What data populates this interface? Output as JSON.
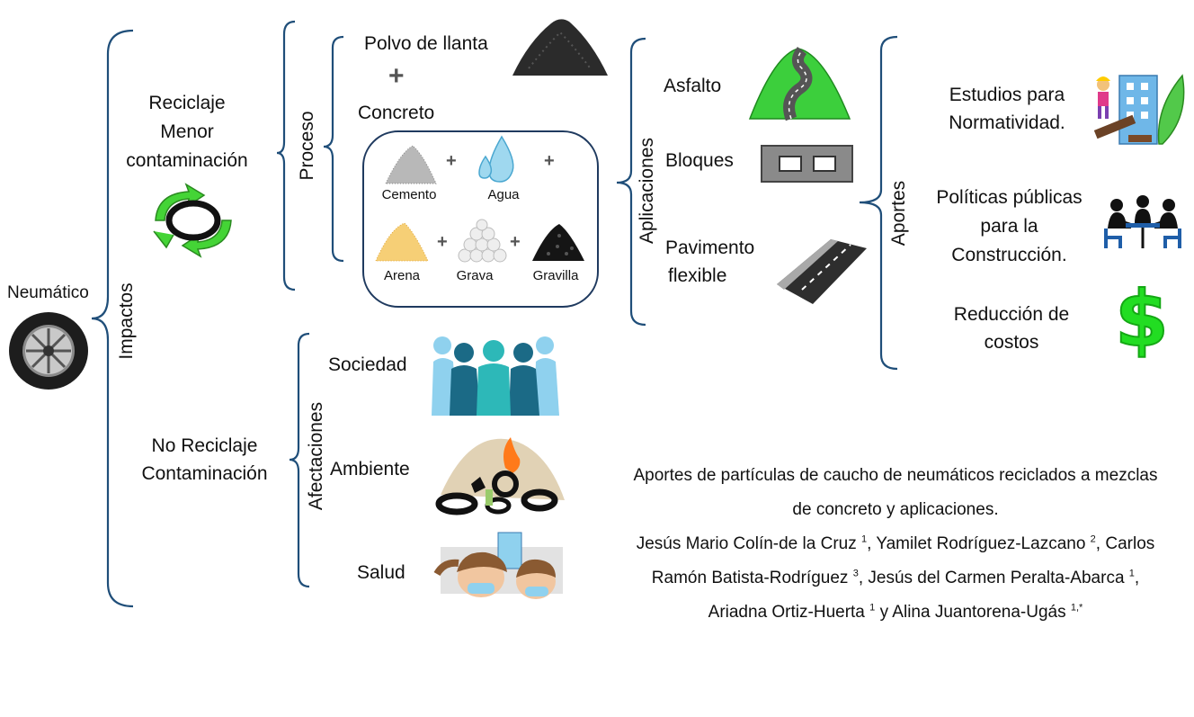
{
  "root": {
    "label": "Neumático"
  },
  "impactos": {
    "label": "Impactos"
  },
  "reciclaje": {
    "line1": "Reciclaje",
    "line2": "Menor",
    "line3": "contaminación"
  },
  "no_reciclaje": {
    "line1": "No Reciclaje",
    "line2": "Contaminación"
  },
  "proceso": {
    "label": "Proceso",
    "polvo": "Polvo de llanta",
    "concreto": "Concreto",
    "ingredients": [
      "Cemento",
      "Agua",
      "Arena",
      "Grava",
      "Gravilla"
    ],
    "plus_sign": "+"
  },
  "aplicaciones": {
    "label": "Aplicaciones",
    "items": [
      "Asfalto",
      "Bloques",
      "Pavimento",
      "flexible"
    ]
  },
  "aportes": {
    "label": "Aportes",
    "items": [
      {
        "line1": "Estudios para",
        "line2": "Normatividad."
      },
      {
        "line1": "Políticas públicas",
        "line2": "para la",
        "line3": "Construcción."
      },
      {
        "line1": "Reducción de",
        "line2": "costos"
      }
    ],
    "dollar_sign": "$"
  },
  "afectaciones": {
    "label": "Afectaciones",
    "items": [
      "Sociedad",
      "Ambiente",
      "Salud"
    ]
  },
  "caption": {
    "title_line1": "Aportes de partículas de caucho de neumáticos reciclados a mezclas",
    "title_line2": "de concreto y aplicaciones.",
    "author1": "Jesús Mario Colín-de la Cruz",
    "sup1": "1",
    "author2": "Yamilet Rodríguez-Lazcano",
    "sup2": "2",
    "author3a": "Carlos",
    "author3b": "Ramón Batista-Rodríguez",
    "sup3": "3",
    "author4": "Jesús del Carmen Peralta-Abarca",
    "sup4": "1",
    "author5": "Ariadna Ortiz-Huerta",
    "sup5": "1",
    "conj": "y",
    "author6": "Alina Juantorena-Ugás",
    "sup6": "1,*"
  },
  "colors": {
    "brace": "#1f4e79",
    "green": "#3ccf3c",
    "teal": "#1a7a8a"
  }
}
